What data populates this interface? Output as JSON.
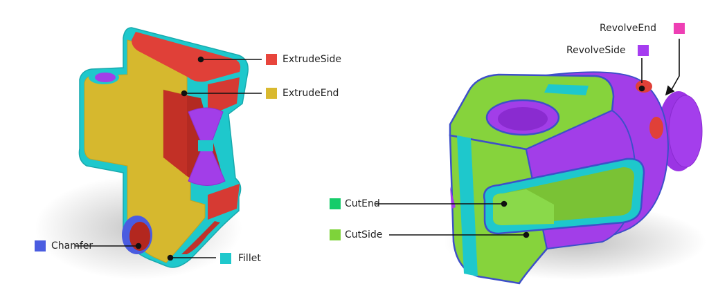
{
  "legend": {
    "extrude_side": {
      "label": "ExtrudeSide",
      "color": "#e8453c"
    },
    "extrude_end": {
      "label": "ExtrudeEnd",
      "color": "#d9b92f"
    },
    "chamfer": {
      "label": "Chamfer",
      "color": "#4a5ce0"
    },
    "fillet": {
      "label": "Fillet",
      "color": "#1ec8cc"
    },
    "cut_end": {
      "label": "CutEnd",
      "color": "#16cc6a"
    },
    "cut_side": {
      "label": "CutSide",
      "color": "#7ed33a"
    },
    "revolve_side": {
      "label": "RevolveSide",
      "color": "#a63df0"
    },
    "revolve_end": {
      "label": "RevolveEnd",
      "color": "#ee3fb4"
    }
  }
}
